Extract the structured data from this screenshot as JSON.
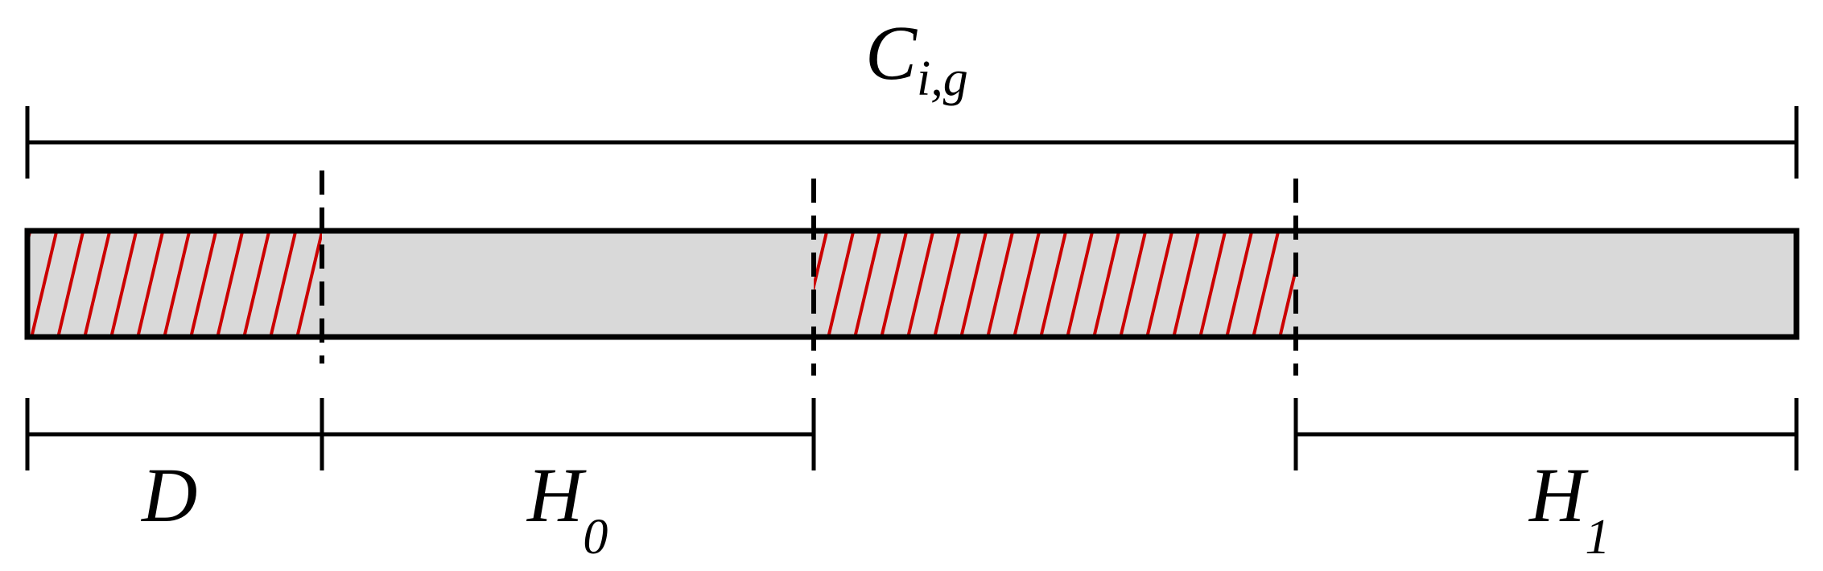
{
  "diagram": {
    "labels": {
      "total": {
        "main": "C",
        "sub": "i,g"
      },
      "d": {
        "main": "D",
        "sub": ""
      },
      "h0": {
        "main": "H",
        "sub": "0"
      },
      "h1": {
        "main": "H",
        "sub": "1"
      }
    },
    "colors": {
      "bar_fill": "#d9d9d9",
      "hatch": "#cc0000",
      "line": "#000000",
      "background": "#ffffff"
    }
  }
}
